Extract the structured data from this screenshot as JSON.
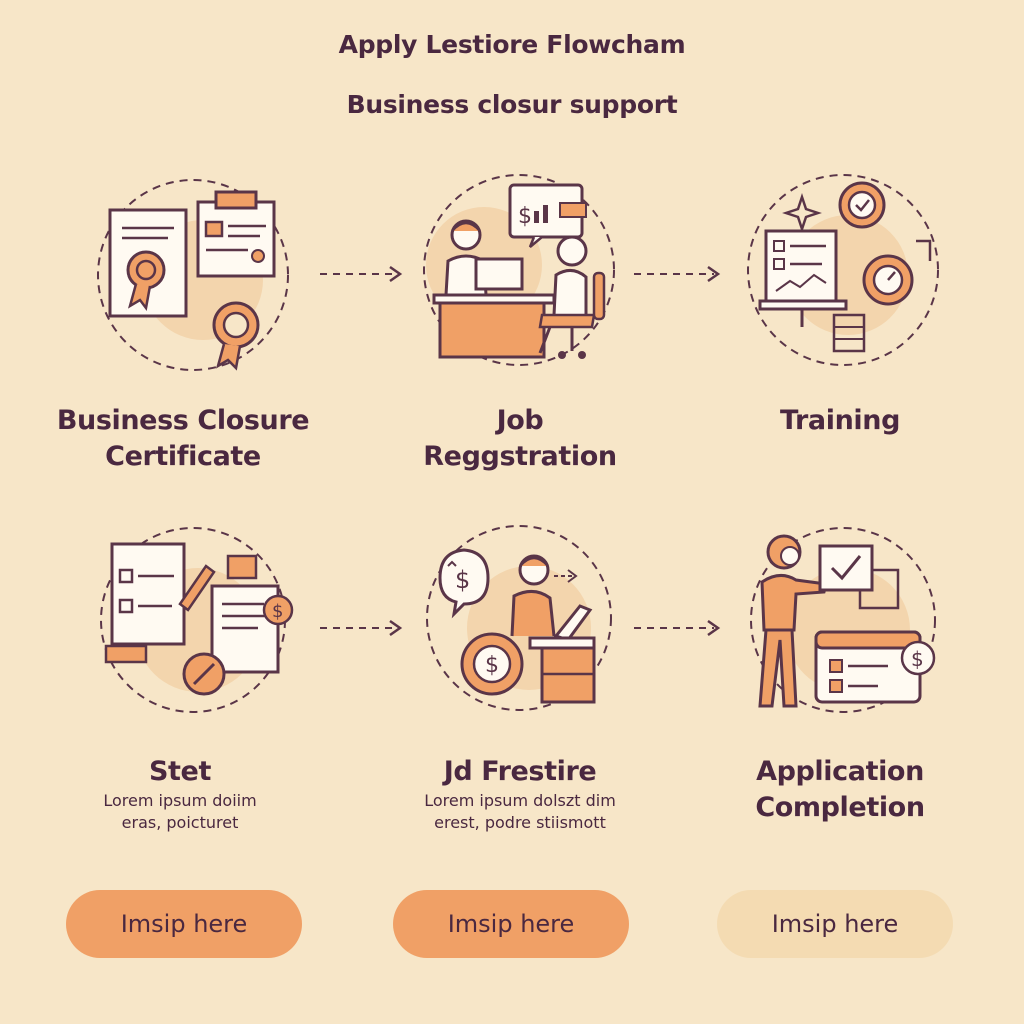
{
  "header": {
    "title": "Apply Lestiore Flowcham",
    "subtitle": "Business closur support"
  },
  "steps": [
    {
      "label_line1": "Business Closure",
      "label_line2": "Certificate",
      "icon": "certificate-icon"
    },
    {
      "label_line1": "Job",
      "label_line2": "Reggstration",
      "icon": "job-registration-icon"
    },
    {
      "label_line1": "Training",
      "icon": "training-icon"
    },
    {
      "label_line1": "Stet",
      "desc_line1": "Lorem ipsum doiim",
      "desc_line2": "eras, poicturet",
      "icon": "documents-icon"
    },
    {
      "label_line1": "Jd Frestire",
      "desc_line1": "Lorem ipsum dolszt dim",
      "desc_line2": "erest, podre stiismott",
      "icon": "finance-worker-icon"
    },
    {
      "label_line1": "Application",
      "label_line2": "Completion",
      "icon": "application-completion-icon"
    }
  ],
  "buttons": [
    {
      "label": "Imsip here"
    },
    {
      "label": "Imsip here"
    },
    {
      "label": "Imsip here"
    }
  ],
  "colors": {
    "background": "#f7e6c8",
    "accent": "#f0a066",
    "outline": "#5a3548",
    "button_light": "#f4dbb2"
  }
}
